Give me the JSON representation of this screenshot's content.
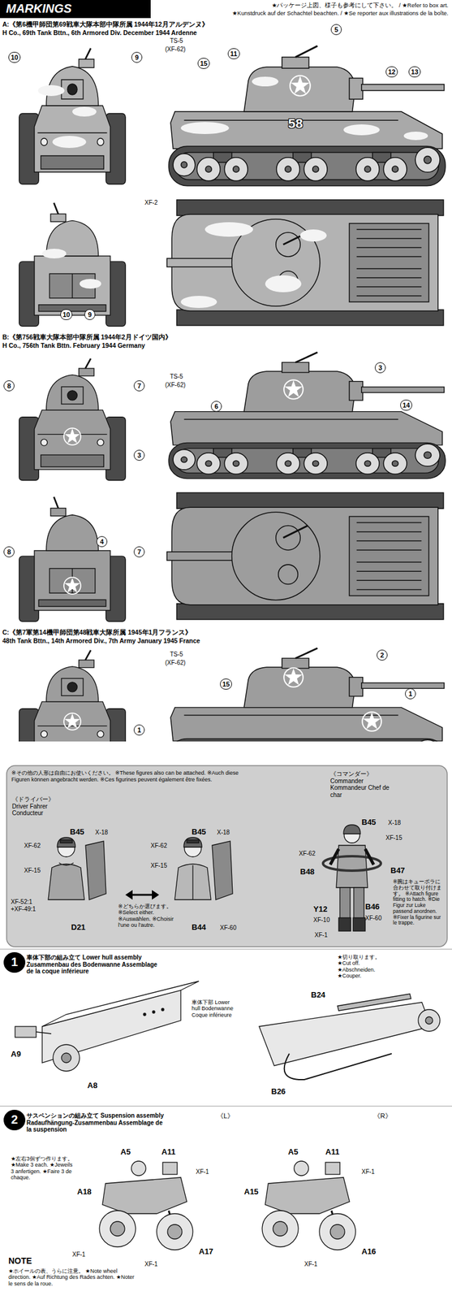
{
  "diagram": {
    "nodes": [
      {
        "text": [
          "MARKINGS"
        ]
      },
      {
        "text": [
          "※その他の人形は自由にお使いください。 ※These figures also can be attached. ※Auch diese Figuren können angebracht werden. ※Ces figurines peuvent également être fixées."
        ]
      },
      {
        "text": [
          "1"
        ]
      },
      {
        "text": [
          "2"
        ]
      }
    ],
    "labels": [
      "★パッケージ上図、様子も参考にして下さい。 / ★Refer to box art.",
      "★Kunstdruck auf der Schachtel beachten. / ★Se reporter aux illustrations de la boîte.",
      "A:《第6機甲師団第69戦車大隊本部中隊所属 1944年12月アルデンヌ》",
      "H Co., 69th Tank Bttn., 6th Armored Div. December 1944 Ardenne",
      "10",
      "9",
      "5",
      "11",
      "15",
      "12",
      "13",
      "TS-5",
      "(XF-62)",
      "58",
      "XF-2",
      "10",
      "9",
      "B:《第756戦車大隊本部中隊所属 1944年2月ドイツ国内》",
      "H Co., 756th Tank Bttn. February 1944 Germany",
      "8",
      "7",
      "3",
      "TS-5",
      "(XF-62)",
      "6",
      "3",
      "14",
      "8",
      "4",
      "7",
      "C:《第7軍第14機甲師団第48戦車大隊所属 1945年1月フランス》",
      "48th Tank Bttn., 14th Armored Div., 7th Army January 1945 France",
      "2",
      "1",
      "TS-5",
      "(XF-62)",
      "15",
      "1",
      "《ドライバー》 Driver Fahrer Conducteur",
      "B45",
      "X-18",
      "XF-62",
      "XF-15",
      "XF-52:1 +XF-49:1",
      "D21",
      "B45",
      "X-18",
      "XF-62",
      "XF-15",
      "※どちらか選びます。 ※Select either. ※Auswählen. ※Choisir l'une ou l'autre.",
      "B44",
      "XF-60",
      "《コマンダー》 Commander Kommandeur Chef de char",
      "B45",
      "X-18",
      "XF-15",
      "XF-62",
      "B48",
      "B47",
      "※腕はキューポラに合わせて取り付けます。 ※Attach figure fitting to hatch. ※Die Figur zur Luke passend anordnen. ※Fixer la figurine sur le trappe.",
      "Y12",
      "XF-10",
      "B46",
      "XF-60",
      "XF-1",
      "車体下部の組み立て Lower hull assembly Zusammenbau des Bodenwanne Assemblage de la coque inférieure",
      "A9",
      "A8",
      "車体下部 Lower hull Bodenwanne Coque inférieure",
      "★切り取ります。 ★Cut off. ★Abschneiden. ★Couper.",
      "B24",
      "B26",
      "サスペンションの組み立て Suspension assembly Radaufhängung-Zusammenbau Assemblage de la suspension",
      "《L》",
      "《R》",
      "★左右3個ずつ作ります。 ★Make 3 each. ★Jeweils 3 anfertigen. ★Faire 3 de chaque.",
      "A5",
      "A11",
      "XF-1",
      "A18",
      "XF-1",
      "A17",
      "XF-1",
      "A5",
      "A11",
      "XF-1",
      "A15",
      "XF-1",
      "A16",
      "NOTE",
      "★ホイールの表、うらに注意。 ★Note wheel direction. ★Auf Richtung des Rades achten. ★Noter le sens de la roue."
    ]
  }
}
